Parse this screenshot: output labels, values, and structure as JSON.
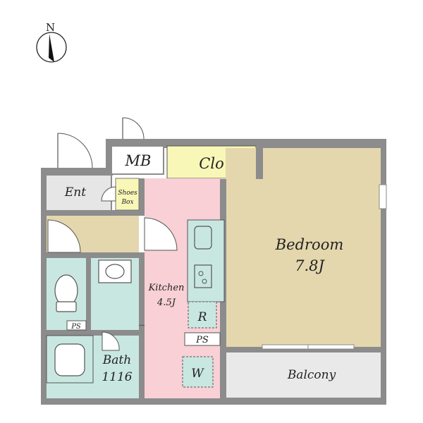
{
  "compass": {
    "north_label": "N"
  },
  "rooms": {
    "mb": "MB",
    "clo": "Clo",
    "ent": "Ent",
    "shoes_box_line1": "Shoes",
    "shoes_box_line2": "Box",
    "bedroom": "Bedroom",
    "bedroom_size": "7.8J",
    "kitchen": "Kitchen",
    "kitchen_size": "4.5J",
    "refrigerator": "R",
    "ps_upper": "PS",
    "ps_lower": "PS",
    "washer": "W",
    "bath": "Bath",
    "bath_size": "1116",
    "balcony": "Balcony"
  },
  "colors": {
    "wall": "#8c8c8c",
    "bedroom_floor": "#e4d7ad",
    "kitchen_floor": "#f8d0d6",
    "wet_area": "#c9e7e1",
    "entrance_floor": "#e6e6e6",
    "closet": "#f9f7b8",
    "balcony": "#e9e9e9"
  }
}
